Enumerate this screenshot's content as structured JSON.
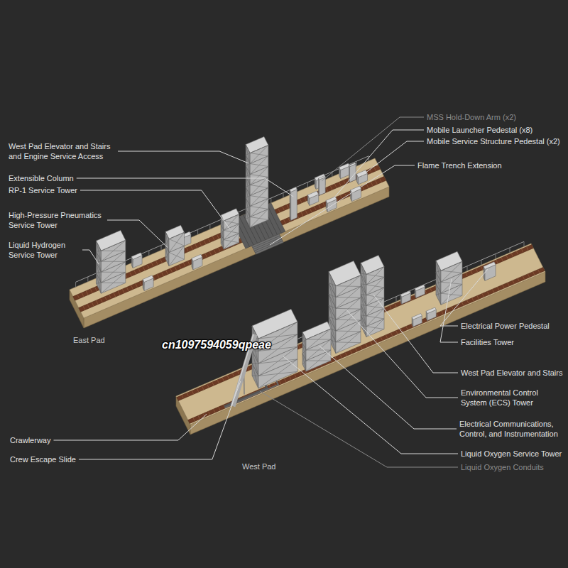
{
  "diagram": {
    "labels": [
      "MSS Hold-Down Arm (x2)",
      "Mobile Launcher Pedestal (x8)",
      "Mobile Service Structure Pedestal (x2)",
      "West Pad Elevator and Stairs and Engine Service Access",
      "Flame Trench Extension",
      "Extensible Column",
      "RP-1 Service Tower",
      "High-Pressure Pneumatics Service Tower",
      "Liquid Hydrogen Service Tower",
      "East Pad",
      "cn1097594059qpeae",
      "Electrical Power Pedestal",
      "Facilities Tower",
      "West Pad Elevator and Stairs",
      "Environmental Control System (ECS) Tower",
      "Electrical Communications, Control, and Instrumentation",
      "Crawlerway",
      "Liquid Oxygen Service Tower",
      "Crew Escape Slide",
      "Liquid Oxygen Conduits",
      "West Pad"
    ]
  }
}
